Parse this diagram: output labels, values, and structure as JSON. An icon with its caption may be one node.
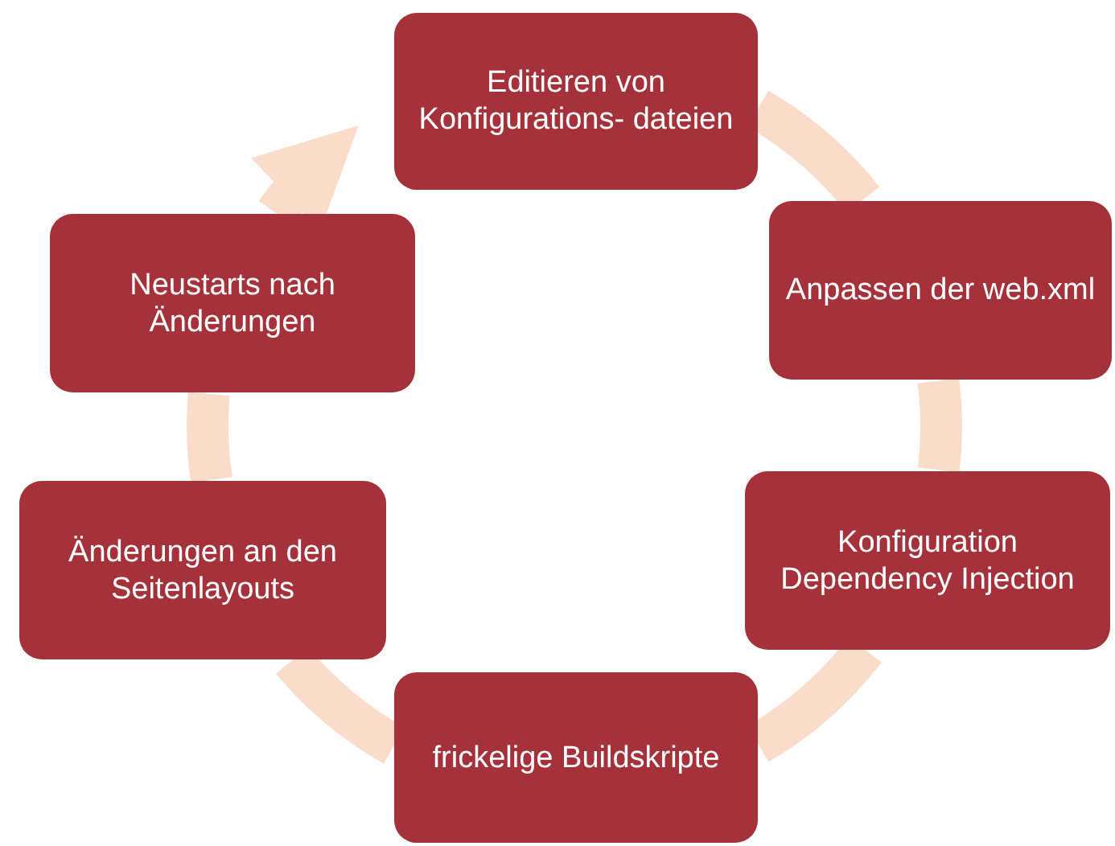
{
  "diagram": {
    "nodes": [
      {
        "text": [
          "Editieren von Konfigurations- dateien"
        ]
      },
      {
        "text": [
          "Anpassen der web.xml"
        ]
      },
      {
        "text": [
          "Konfiguration Dependency Injection"
        ]
      },
      {
        "text": [
          "frickelige Buildskripte"
        ]
      },
      {
        "text": [
          "Änderungen an den Seitenlayouts"
        ]
      },
      {
        "text": [
          "Neustarts nach Änderungen"
        ]
      }
    ],
    "edges": [
      {
        "from": 0,
        "to": 1,
        "arrow": "none"
      },
      {
        "from": 1,
        "to": 2,
        "arrow": "none"
      },
      {
        "from": 2,
        "to": 3,
        "arrow": "none"
      },
      {
        "from": 3,
        "to": 4,
        "arrow": "none"
      },
      {
        "from": 4,
        "to": 5,
        "arrow": "none"
      },
      {
        "from": 5,
        "to": 0,
        "arrow": "to"
      }
    ]
  }
}
